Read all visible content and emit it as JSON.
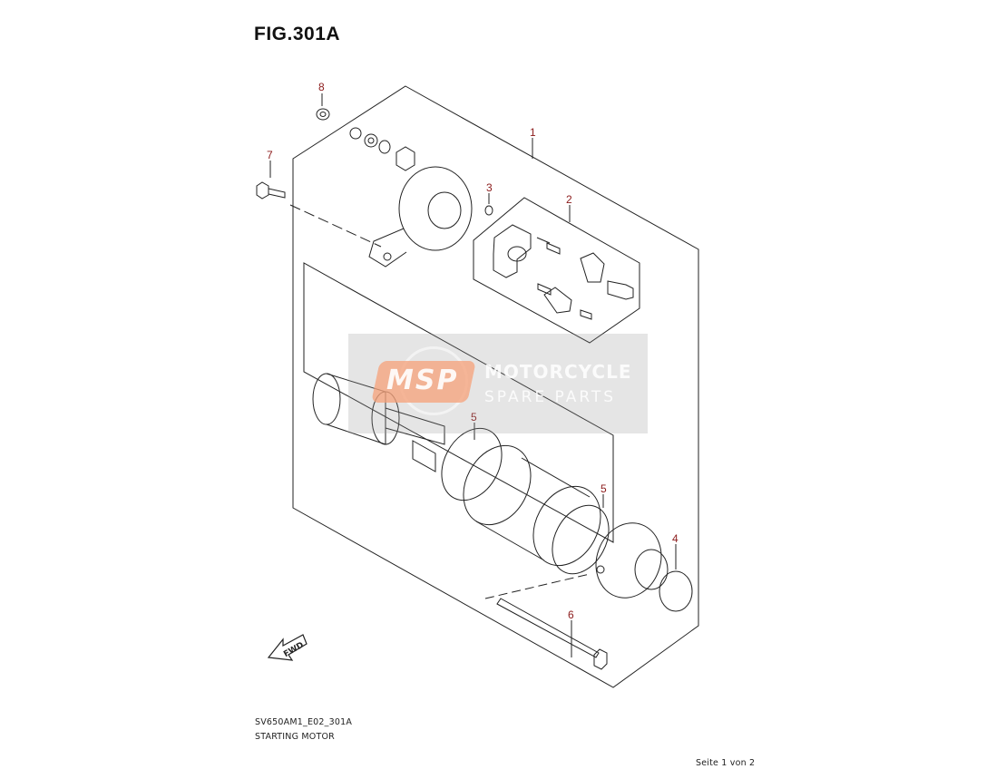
{
  "title": "FIG.301A",
  "callouts": {
    "c1": "1",
    "c2": "2",
    "c3": "3",
    "c4": "4",
    "c5a": "5",
    "c5b": "5",
    "c6": "6",
    "c7": "7",
    "c8": "8"
  },
  "fwd_label": "FWD",
  "footer": {
    "code": "SV650AM1_E02_301A",
    "name": "STARTING MOTOR",
    "page": "Seite 1 von 2"
  },
  "watermark": {
    "logo": "MSP",
    "line1": "MOTORCYCLE",
    "line2": "SPARE PARTS"
  },
  "colors": {
    "callout": "#8b1a1a",
    "line": "#222222",
    "watermark_logo": "#f6a078"
  }
}
